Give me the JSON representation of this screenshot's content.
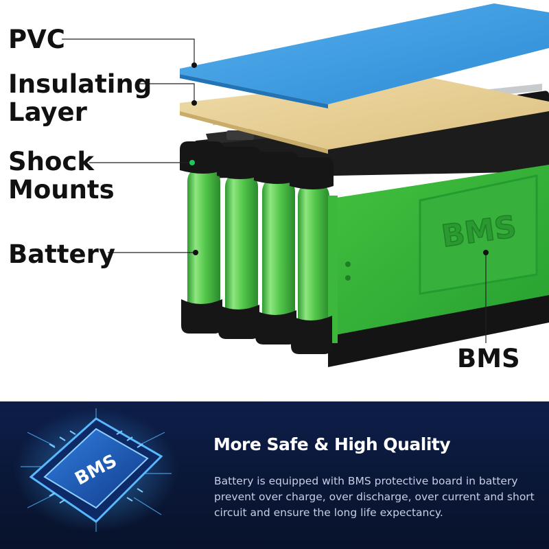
{
  "labels": {
    "pvc": "PVC",
    "insulating_line1": "Insulating",
    "insulating_line2": "Layer",
    "shock_line1": "Shock",
    "shock_line2": "Mounts",
    "battery": "Battery",
    "bms": "BMS"
  },
  "diagram": {
    "bms_panel_text": "BMS"
  },
  "feature": {
    "chip_text": "BMS",
    "title": "More Safe & High Quality",
    "description": "Battery is equipped with BMS protective board in battery prevent over charge, over discharge, over current and short circuit and ensure the long life expectancy."
  },
  "colors": {
    "pvc": "#3a9be0",
    "insulating": "#e8cf92",
    "battery_green": "#4fc94a",
    "bms_panel": "#2fb339",
    "holder": "#1a1a1a",
    "banner_bg": "#0b1838",
    "chip_glow": "#3fa8ff"
  }
}
